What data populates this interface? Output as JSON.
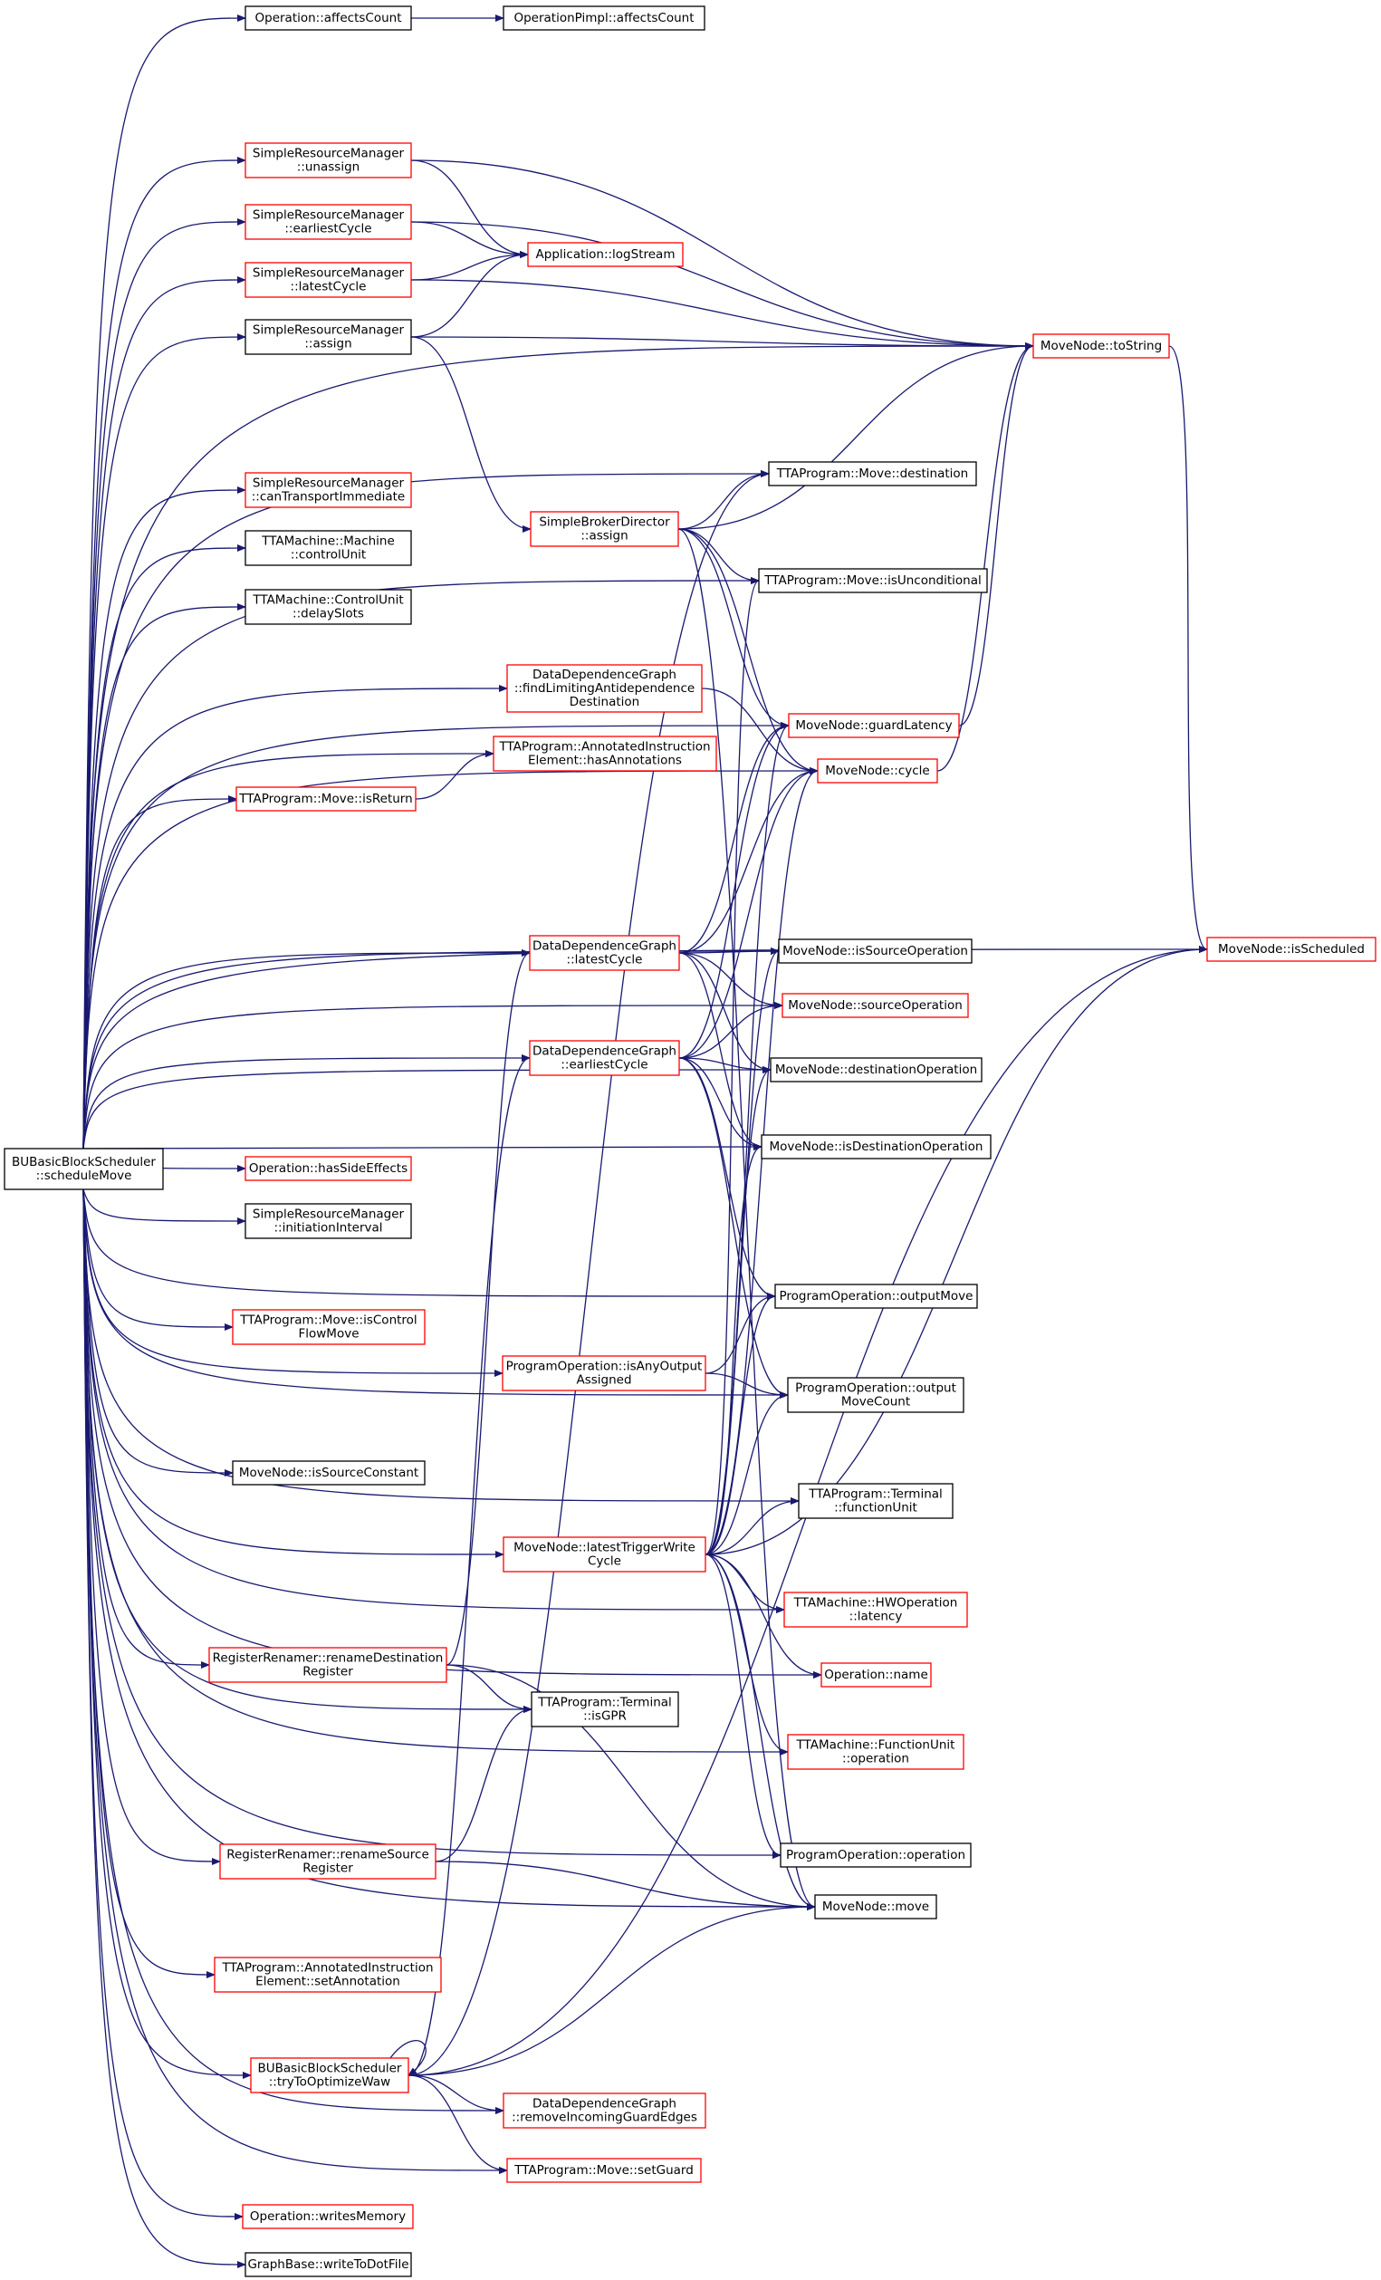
{
  "colors": {
    "edge": "#191970",
    "border_normal": "#000000",
    "border_incomplete": "#ff0000",
    "root_fill": "#bfbfbf",
    "node_fill": "#ffffff",
    "text": "#000000"
  },
  "nodes": [
    {
      "id": "root",
      "lines": [
        "BUBasicBlockScheduler",
        "::scheduleMove"
      ],
      "style": "root"
    },
    {
      "id": "op_affectsCount",
      "lines": [
        "Operation::affectsCount"
      ],
      "style": "normal"
    },
    {
      "id": "oppimpl_affectsCount",
      "lines": [
        "OperationPimpl::affectsCount"
      ],
      "style": "normal"
    },
    {
      "id": "srm_unassign",
      "lines": [
        "SimpleResourceManager",
        "::unassign"
      ],
      "style": "red"
    },
    {
      "id": "srm_earliestCycle",
      "lines": [
        "SimpleResourceManager",
        "::earliestCycle"
      ],
      "style": "red"
    },
    {
      "id": "srm_latestCycle",
      "lines": [
        "SimpleResourceManager",
        "::latestCycle"
      ],
      "style": "red"
    },
    {
      "id": "srm_assign",
      "lines": [
        "SimpleResourceManager",
        "::assign"
      ],
      "style": "normal"
    },
    {
      "id": "app_logStream",
      "lines": [
        "Application::logStream"
      ],
      "style": "red"
    },
    {
      "id": "mn_toString",
      "lines": [
        "MoveNode::toString"
      ],
      "style": "red"
    },
    {
      "id": "mv_destination",
      "lines": [
        "TTAProgram::Move::destination"
      ],
      "style": "normal"
    },
    {
      "id": "srm_canTransport",
      "lines": [
        "SimpleResourceManager",
        "::canTransportImmediate"
      ],
      "style": "red"
    },
    {
      "id": "sbd_assign",
      "lines": [
        "SimpleBrokerDirector",
        "::assign"
      ],
      "style": "red"
    },
    {
      "id": "mach_controlUnit",
      "lines": [
        "TTAMachine::Machine",
        "::controlUnit"
      ],
      "style": "normal"
    },
    {
      "id": "mv_isUnconditional",
      "lines": [
        "TTAProgram::Move::isUnconditional"
      ],
      "style": "normal"
    },
    {
      "id": "cu_delaySlots",
      "lines": [
        "TTAMachine::ControlUnit",
        "::delaySlots"
      ],
      "style": "normal"
    },
    {
      "id": "ddg_findLimiting",
      "lines": [
        "DataDependenceGraph",
        "::findLimitingAntidependence",
        "Destination"
      ],
      "style": "red"
    },
    {
      "id": "mn_guardLatency",
      "lines": [
        "MoveNode::guardLatency"
      ],
      "style": "red"
    },
    {
      "id": "aie_hasAnnotations",
      "lines": [
        "TTAProgram::AnnotatedInstruction",
        "Element::hasAnnotations"
      ],
      "style": "red"
    },
    {
      "id": "mn_cycle",
      "lines": [
        "MoveNode::cycle"
      ],
      "style": "red"
    },
    {
      "id": "mv_isReturn",
      "lines": [
        "TTAProgram::Move::isReturn"
      ],
      "style": "red"
    },
    {
      "id": "ddg_latestCycle",
      "lines": [
        "DataDependenceGraph",
        "::latestCycle"
      ],
      "style": "red"
    },
    {
      "id": "mn_isSourceOperation",
      "lines": [
        "MoveNode::isSourceOperation"
      ],
      "style": "normal"
    },
    {
      "id": "mn_isScheduled",
      "lines": [
        "MoveNode::isScheduled"
      ],
      "style": "red"
    },
    {
      "id": "mn_sourceOperation",
      "lines": [
        "MoveNode::sourceOperation"
      ],
      "style": "red"
    },
    {
      "id": "ddg_earliestCycle",
      "lines": [
        "DataDependenceGraph",
        "::earliestCycle"
      ],
      "style": "red"
    },
    {
      "id": "mn_destinationOperation",
      "lines": [
        "MoveNode::destinationOperation"
      ],
      "style": "normal"
    },
    {
      "id": "mn_isDestinationOperation",
      "lines": [
        "MoveNode::isDestinationOperation"
      ],
      "style": "normal"
    },
    {
      "id": "op_hasSideEffects",
      "lines": [
        "Operation::hasSideEffects"
      ],
      "style": "red"
    },
    {
      "id": "srm_initiationInterval",
      "lines": [
        "SimpleResourceManager",
        "::initiationInterval"
      ],
      "style": "normal"
    },
    {
      "id": "po_outputMove",
      "lines": [
        "ProgramOperation::outputMove"
      ],
      "style": "normal"
    },
    {
      "id": "mv_isControlFlowMove",
      "lines": [
        "TTAProgram::Move::isControl",
        "FlowMove"
      ],
      "style": "red"
    },
    {
      "id": "po_isAnyOutputAssigned",
      "lines": [
        "ProgramOperation::isAnyOutput",
        "Assigned"
      ],
      "style": "red"
    },
    {
      "id": "po_outputMoveCount",
      "lines": [
        "ProgramOperation::output",
        "MoveCount"
      ],
      "style": "normal"
    },
    {
      "id": "mn_isSourceConstant",
      "lines": [
        "MoveNode::isSourceConstant"
      ],
      "style": "normal"
    },
    {
      "id": "term_functionUnit",
      "lines": [
        "TTAProgram::Terminal",
        "::functionUnit"
      ],
      "style": "normal"
    },
    {
      "id": "mn_latestTriggerWriteCycle",
      "lines": [
        "MoveNode::latestTriggerWrite",
        "Cycle"
      ],
      "style": "red"
    },
    {
      "id": "hwop_latency",
      "lines": [
        "TTAMachine::HWOperation",
        "::latency"
      ],
      "style": "red"
    },
    {
      "id": "rr_renameDestination",
      "lines": [
        "RegisterRenamer::renameDestination",
        "Register"
      ],
      "style": "red"
    },
    {
      "id": "op_name",
      "lines": [
        "Operation::name"
      ],
      "style": "red"
    },
    {
      "id": "term_isGPR",
      "lines": [
        "TTAProgram::Terminal",
        "::isGPR"
      ],
      "style": "normal"
    },
    {
      "id": "fu_operation",
      "lines": [
        "TTAMachine::FunctionUnit",
        "::operation"
      ],
      "style": "red"
    },
    {
      "id": "rr_renameSource",
      "lines": [
        "RegisterRenamer::renameSource",
        "Register"
      ],
      "style": "red"
    },
    {
      "id": "po_operation",
      "lines": [
        "ProgramOperation::operation"
      ],
      "style": "normal"
    },
    {
      "id": "mn_move",
      "lines": [
        "MoveNode::move"
      ],
      "style": "normal"
    },
    {
      "id": "aie_setAnnotation",
      "lines": [
        "TTAProgram::AnnotatedInstruction",
        "Element::setAnnotation"
      ],
      "style": "red"
    },
    {
      "id": "bubs_tryToOptimizeWaw",
      "lines": [
        "BUBasicBlockScheduler",
        "::tryToOptimizeWaw"
      ],
      "style": "red"
    },
    {
      "id": "ddg_removeIncoming",
      "lines": [
        "DataDependenceGraph",
        "::removeIncomingGuardEdges"
      ],
      "style": "red"
    },
    {
      "id": "mv_setGuard",
      "lines": [
        "TTAProgram::Move::setGuard"
      ],
      "style": "red"
    },
    {
      "id": "op_writesMemory",
      "lines": [
        "Operation::writesMemory"
      ],
      "style": "red"
    },
    {
      "id": "gb_writeToDotFile",
      "lines": [
        "GraphBase::writeToDotFile"
      ],
      "style": "normal"
    }
  ],
  "edges": [
    [
      "root",
      "op_affectsCount"
    ],
    [
      "op_affectsCount",
      "oppimpl_affectsCount"
    ],
    [
      "root",
      "mn_isScheduled"
    ],
    [
      "root",
      "mn_toString"
    ],
    [
      "root",
      "srm_unassign"
    ],
    [
      "srm_unassign",
      "app_logStream"
    ],
    [
      "srm_unassign",
      "mn_toString"
    ],
    [
      "root",
      "srm_earliestCycle"
    ],
    [
      "srm_earliestCycle",
      "app_logStream"
    ],
    [
      "srm_earliestCycle",
      "mn_toString"
    ],
    [
      "root",
      "srm_latestCycle"
    ],
    [
      "srm_latestCycle",
      "app_logStream"
    ],
    [
      "srm_latestCycle",
      "mn_toString"
    ],
    [
      "root",
      "srm_assign"
    ],
    [
      "srm_assign",
      "app_logStream"
    ],
    [
      "srm_assign",
      "mn_toString"
    ],
    [
      "srm_assign",
      "sbd_assign"
    ],
    [
      "root",
      "mv_destination"
    ],
    [
      "root",
      "mn_cycle"
    ],
    [
      "root",
      "srm_canTransport"
    ],
    [
      "root",
      "mach_controlUnit"
    ],
    [
      "root",
      "cu_delaySlots"
    ],
    [
      "root",
      "mv_isUnconditional"
    ],
    [
      "root",
      "ddg_findLimiting"
    ],
    [
      "ddg_findLimiting",
      "mn_cycle"
    ],
    [
      "root",
      "aie_hasAnnotations"
    ],
    [
      "root",
      "mv_isReturn"
    ],
    [
      "mv_isReturn",
      "aie_hasAnnotations"
    ],
    [
      "root",
      "mn_guardLatency"
    ],
    [
      "root",
      "mn_isSourceOperation"
    ],
    [
      "root",
      "ddg_latestCycle"
    ],
    [
      "root",
      "mn_sourceOperation"
    ],
    [
      "root",
      "ddg_earliestCycle"
    ],
    [
      "root",
      "mn_destinationOperation"
    ],
    [
      "root",
      "mn_isDestinationOperation"
    ],
    [
      "root",
      "op_hasSideEffects"
    ],
    [
      "root",
      "srm_initiationInterval"
    ],
    [
      "root",
      "mv_isControlFlowMove"
    ],
    [
      "root",
      "po_outputMove"
    ],
    [
      "root",
      "po_isAnyOutputAssigned"
    ],
    [
      "root",
      "po_outputMoveCount"
    ],
    [
      "root",
      "mn_isSourceConstant"
    ],
    [
      "root",
      "term_functionUnit"
    ],
    [
      "root",
      "mn_latestTriggerWriteCycle"
    ],
    [
      "root",
      "hwop_latency"
    ],
    [
      "root",
      "rr_renameDestination"
    ],
    [
      "root",
      "term_isGPR"
    ],
    [
      "root",
      "op_name"
    ],
    [
      "root",
      "fu_operation"
    ],
    [
      "root",
      "rr_renameSource"
    ],
    [
      "root",
      "po_operation"
    ],
    [
      "root",
      "mn_move"
    ],
    [
      "root",
      "aie_setAnnotation"
    ],
    [
      "root",
      "bubs_tryToOptimizeWaw"
    ],
    [
      "root",
      "ddg_removeIncoming"
    ],
    [
      "root",
      "mv_setGuard"
    ],
    [
      "root",
      "op_writesMemory"
    ],
    [
      "root",
      "gb_writeToDotFile"
    ],
    [
      "mn_toString",
      "mn_isScheduled"
    ],
    [
      "mn_cycle",
      "mn_toString"
    ],
    [
      "mn_guardLatency",
      "mn_toString"
    ],
    [
      "sbd_assign",
      "mv_destination"
    ],
    [
      "sbd_assign",
      "mn_toString"
    ],
    [
      "sbd_assign",
      "mv_isUnconditional"
    ],
    [
      "sbd_assign",
      "mn_guardLatency"
    ],
    [
      "sbd_assign",
      "mn_cycle"
    ],
    [
      "sbd_assign",
      "mn_move"
    ],
    [
      "ddg_latestCycle",
      "mn_guardLatency"
    ],
    [
      "ddg_latestCycle",
      "mn_cycle"
    ],
    [
      "ddg_latestCycle",
      "mn_isSourceOperation"
    ],
    [
      "ddg_latestCycle",
      "mn_sourceOperation"
    ],
    [
      "ddg_latestCycle",
      "mn_destinationOperation"
    ],
    [
      "ddg_latestCycle",
      "mn_isDestinationOperation"
    ],
    [
      "ddg_earliestCycle",
      "mn_guardLatency"
    ],
    [
      "ddg_earliestCycle",
      "mn_cycle"
    ],
    [
      "ddg_earliestCycle",
      "mn_sourceOperation"
    ],
    [
      "ddg_earliestCycle",
      "mn_destinationOperation"
    ],
    [
      "ddg_earliestCycle",
      "mn_isDestinationOperation"
    ],
    [
      "ddg_earliestCycle",
      "po_outputMove"
    ],
    [
      "ddg_earliestCycle",
      "po_outputMoveCount"
    ],
    [
      "po_isAnyOutputAssigned",
      "po_outputMove"
    ],
    [
      "po_isAnyOutputAssigned",
      "po_outputMoveCount"
    ],
    [
      "mn_latestTriggerWriteCycle",
      "mn_isScheduled"
    ],
    [
      "mn_latestTriggerWriteCycle",
      "mn_cycle"
    ],
    [
      "mn_latestTriggerWriteCycle",
      "mv_isUnconditional"
    ],
    [
      "mn_latestTriggerWriteCycle",
      "mn_guardLatency"
    ],
    [
      "mn_latestTriggerWriteCycle",
      "mn_isSourceOperation"
    ],
    [
      "mn_latestTriggerWriteCycle",
      "mn_isDestinationOperation"
    ],
    [
      "mn_latestTriggerWriteCycle",
      "mn_destinationOperation"
    ],
    [
      "mn_latestTriggerWriteCycle",
      "po_outputMove"
    ],
    [
      "mn_latestTriggerWriteCycle",
      "po_outputMoveCount"
    ],
    [
      "mn_latestTriggerWriteCycle",
      "term_functionUnit"
    ],
    [
      "mn_latestTriggerWriteCycle",
      "hwop_latency"
    ],
    [
      "mn_latestTriggerWriteCycle",
      "op_name"
    ],
    [
      "mn_latestTriggerWriteCycle",
      "fu_operation"
    ],
    [
      "mn_latestTriggerWriteCycle",
      "po_operation"
    ],
    [
      "mn_latestTriggerWriteCycle",
      "mn_move"
    ],
    [
      "rr_renameDestination",
      "term_isGPR"
    ],
    [
      "rr_renameDestination",
      "mn_move"
    ],
    [
      "rr_renameDestination",
      "ddg_latestCycle"
    ],
    [
      "rr_renameSource",
      "term_isGPR"
    ],
    [
      "rr_renameSource",
      "mn_move"
    ],
    [
      "bubs_tryToOptimizeWaw",
      "mn_move"
    ],
    [
      "bubs_tryToOptimizeWaw",
      "mn_isScheduled"
    ],
    [
      "bubs_tryToOptimizeWaw",
      "ddg_removeIncoming"
    ],
    [
      "bubs_tryToOptimizeWaw",
      "mv_setGuard"
    ],
    [
      "bubs_tryToOptimizeWaw",
      "mv_destination"
    ],
    [
      "bubs_tryToOptimizeWaw",
      "ddg_earliestCycle"
    ],
    [
      "bubs_tryToOptimizeWaw",
      "bubs_tryToOptimizeWaw"
    ]
  ]
}
